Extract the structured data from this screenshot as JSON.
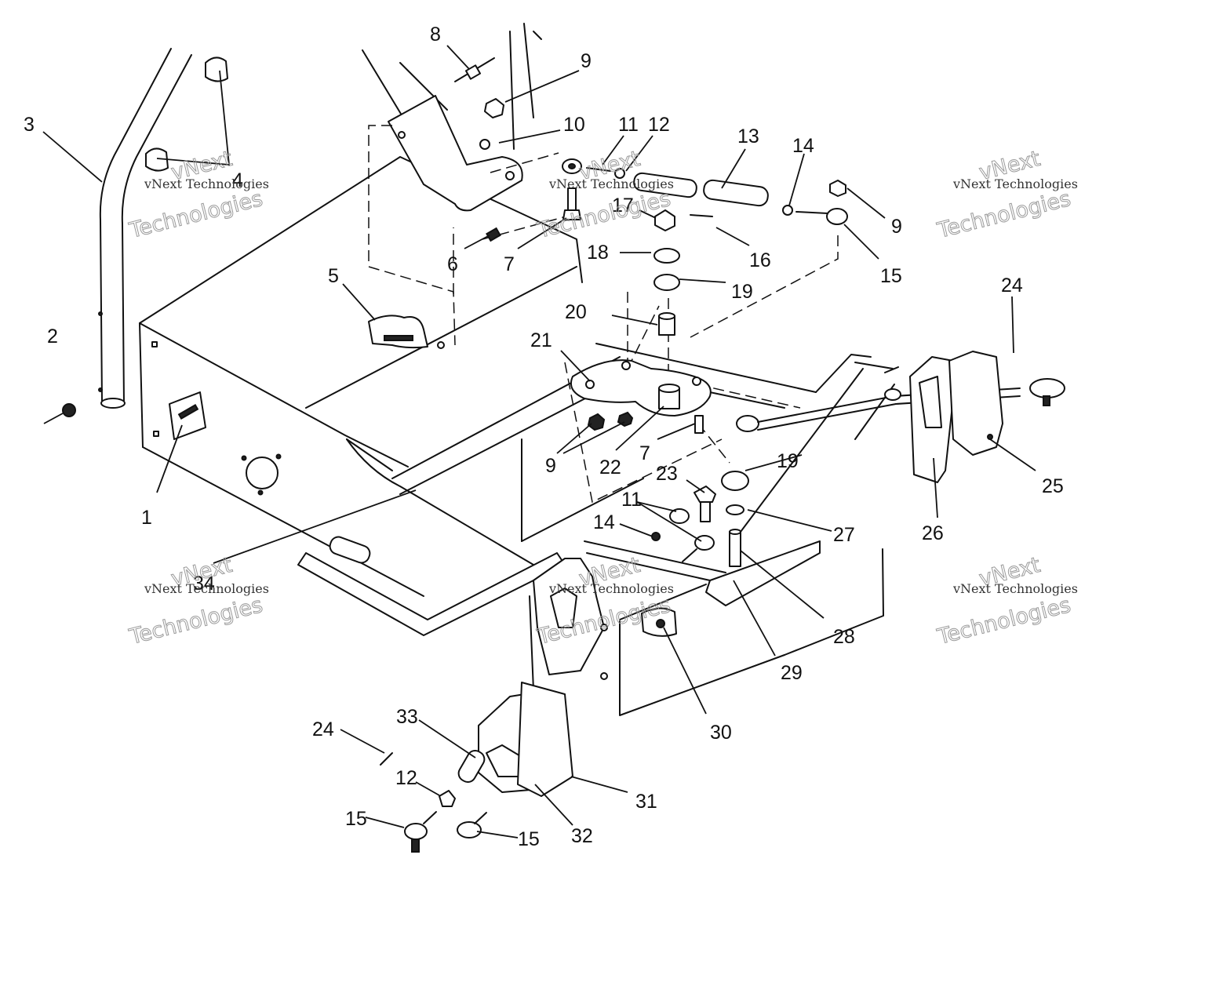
{
  "callouts": [
    {
      "id": "c1",
      "text": "1"
    },
    {
      "id": "c2",
      "text": "2"
    },
    {
      "id": "c3",
      "text": "3"
    },
    {
      "id": "c4",
      "text": "4"
    },
    {
      "id": "c5",
      "text": "5"
    },
    {
      "id": "c6",
      "text": "6"
    },
    {
      "id": "c7a",
      "text": "7"
    },
    {
      "id": "c7b",
      "text": "7"
    },
    {
      "id": "c8",
      "text": "8"
    },
    {
      "id": "c9a",
      "text": "9"
    },
    {
      "id": "c9b",
      "text": "9"
    },
    {
      "id": "c9c",
      "text": "9"
    },
    {
      "id": "c10",
      "text": "10"
    },
    {
      "id": "c11a",
      "text": "11"
    },
    {
      "id": "c11b",
      "text": "11"
    },
    {
      "id": "c12a",
      "text": "12"
    },
    {
      "id": "c12b",
      "text": "12"
    },
    {
      "id": "c13",
      "text": "13"
    },
    {
      "id": "c14a",
      "text": "14"
    },
    {
      "id": "c14b",
      "text": "14"
    },
    {
      "id": "c15a",
      "text": "15"
    },
    {
      "id": "c15b",
      "text": "15"
    },
    {
      "id": "c15c",
      "text": "15"
    },
    {
      "id": "c16",
      "text": "16"
    },
    {
      "id": "c17",
      "text": "17"
    },
    {
      "id": "c18",
      "text": "18"
    },
    {
      "id": "c19a",
      "text": "19"
    },
    {
      "id": "c19b",
      "text": "19"
    },
    {
      "id": "c20",
      "text": "20"
    },
    {
      "id": "c21",
      "text": "21"
    },
    {
      "id": "c22",
      "text": "22"
    },
    {
      "id": "c23",
      "text": "23"
    },
    {
      "id": "c24a",
      "text": "24"
    },
    {
      "id": "c24b",
      "text": "24"
    },
    {
      "id": "c25",
      "text": "25"
    },
    {
      "id": "c26",
      "text": "26"
    },
    {
      "id": "c27",
      "text": "27"
    },
    {
      "id": "c28",
      "text": "28"
    },
    {
      "id": "c29",
      "text": "29"
    },
    {
      "id": "c30",
      "text": "30"
    },
    {
      "id": "c31",
      "text": "31"
    },
    {
      "id": "c32",
      "text": "32"
    },
    {
      "id": "c33",
      "text": "33"
    },
    {
      "id": "c34",
      "text": "34"
    }
  ],
  "watermark": {
    "line1": "vNext Technologies",
    "line2": "vNext",
    "line3": "Technologies"
  }
}
